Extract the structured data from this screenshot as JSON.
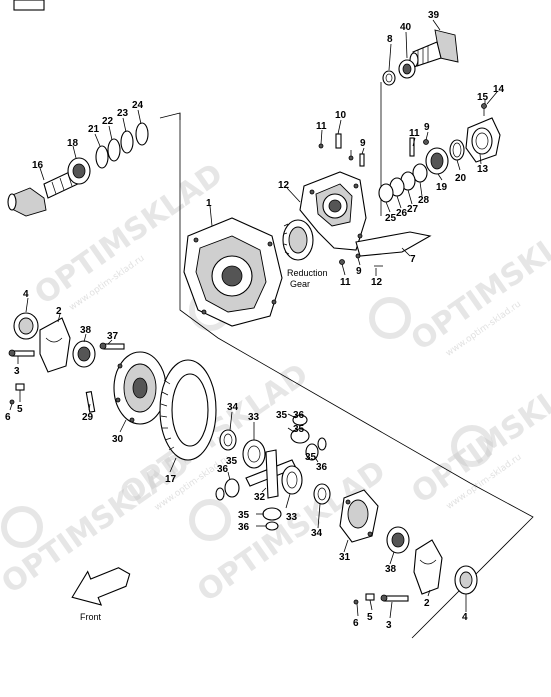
{
  "callouts": {
    "c1": "1",
    "c2a": "2",
    "c2b": "2",
    "c3a": "3",
    "c3b": "3",
    "c4a": "4",
    "c4b": "4",
    "c5a": "5",
    "c5b": "5",
    "c6a": "6",
    "c6b": "6",
    "c7": "7",
    "c8": "8",
    "c9a": "9",
    "c9b": "9",
    "c9c": "9",
    "c10": "10",
    "c11a": "11",
    "c11b": "11",
    "c11c": "11",
    "c12a": "12",
    "c12b": "12",
    "c13": "13",
    "c14": "14",
    "c15": "15",
    "c16": "16",
    "c17": "17",
    "c18": "18",
    "c19": "19",
    "c20": "20",
    "c21": "21",
    "c22": "22",
    "c23": "23",
    "c24": "24",
    "c25": "25",
    "c26": "26",
    "c27": "27",
    "c28": "28",
    "c29": "29",
    "c30": "30",
    "c31": "31",
    "c32": "32",
    "c33a": "33",
    "c33b": "33",
    "c34a": "34",
    "c34b": "34",
    "c35a": "35",
    "c35b": "35",
    "c35c": "35",
    "c35d": "35",
    "c36a": "36",
    "c36b": "36",
    "c36c": "36",
    "c36d": "36",
    "c36e": "36",
    "c37": "37",
    "c38a": "38",
    "c38b": "38",
    "c39": "39",
    "c40": "40"
  },
  "labels": {
    "reduction_gear_line1": "Reduction",
    "reduction_gear_line2": "Gear",
    "front": "Front"
  },
  "watermark": {
    "brand": "OPTIMSKLAD",
    "site": "www.optim-sklad.ru"
  }
}
